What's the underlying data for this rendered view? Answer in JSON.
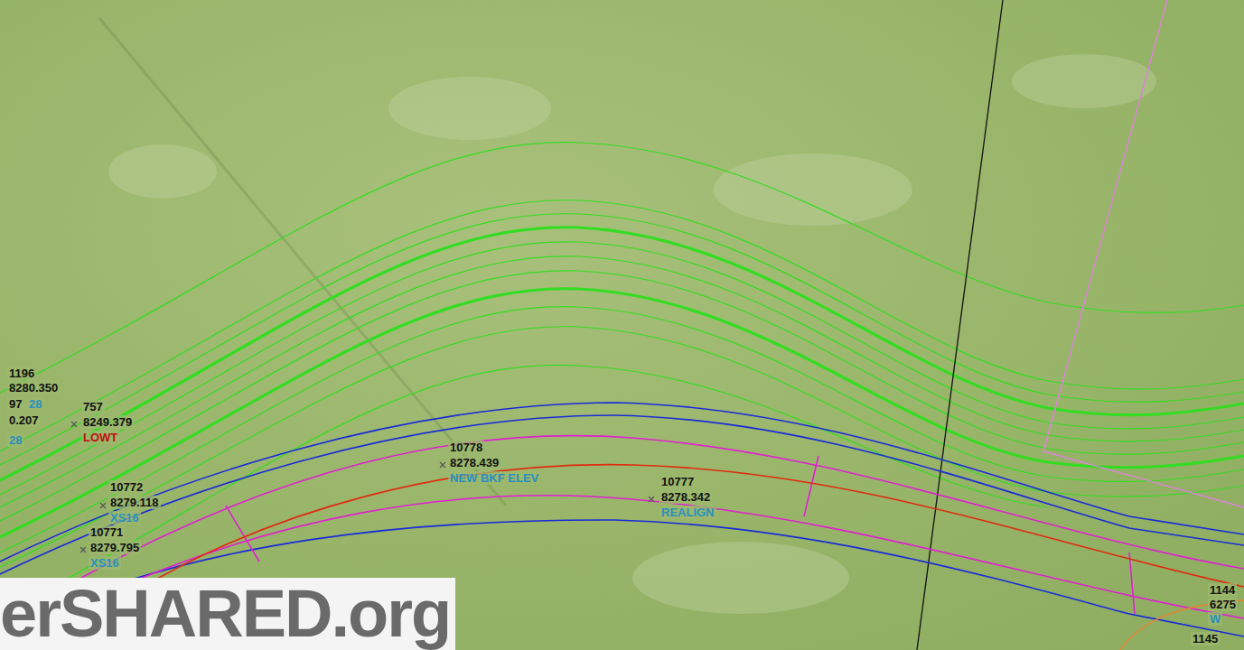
{
  "diagram": {
    "labels": [
      "1196",
      "8280.350",
      "97",
      "28",
      "0.207",
      "28",
      "757",
      "8249.379",
      "LOWT",
      "10778",
      "8278.439",
      "NEW BKF ELEV",
      "10777",
      "8278.342",
      "REALIGN",
      "10772",
      "8279.118",
      "XS16",
      "10771",
      "8279.795",
      "XS16",
      "1144",
      "6275",
      "W",
      "1145",
      "erSHARED.org"
    ]
  }
}
